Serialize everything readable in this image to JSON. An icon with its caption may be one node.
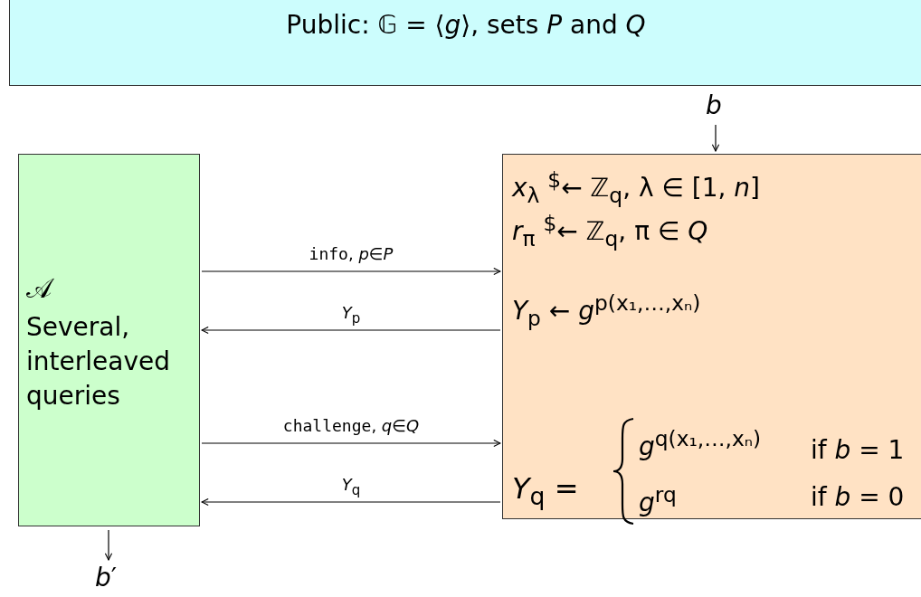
{
  "diagram": {
    "nodes": [
      {
        "text": [
          "Public: 𝔾 = ⟨*g*⟩, sets *P* and *Q*"
        ]
      },
      {
        "text": [
          "𝒜",
          "Several, interleaved queries"
        ]
      },
      {
        "text": [
          "*x*$_{λ}$ $^{$}$← ℤ$_{q}$,   λ ∈ [1, *n*]",
          "*r*$_{π}$ $^{$}$← ℤ$_{q}$,   π ∈ *Q*",
          "*Y*$_{p}$ ← *g*$^{p(x₁,…,xₙ)}$",
          "*Y*$_{q}$ =",
          "*g*$^{q(x₁,…,xₙ)}$",
          "if *b* = 1",
          "*g*$^{rq}$",
          "if *b* = 0"
        ]
      },
      {
        "text": [
          "*b*"
        ]
      },
      {
        "text": [
          "*b*′"
        ]
      }
    ],
    "edges": [
      {
        "from": 1,
        "to": 2,
        "arrow": "to",
        "label": "info, *p*∈*P*"
      },
      {
        "from": 2,
        "to": 1,
        "arrow": "to",
        "label": "*Y*$_{p}$"
      },
      {
        "from": 1,
        "to": 2,
        "arrow": "to",
        "label": "challenge, *q*∈*Q*"
      },
      {
        "from": 2,
        "to": 1,
        "arrow": "to",
        "label": "*Y*$_{q}$"
      },
      {
        "from": 3,
        "to": 2,
        "arrow": "to"
      },
      {
        "from": 1,
        "to": 4,
        "arrow": "to"
      }
    ]
  }
}
